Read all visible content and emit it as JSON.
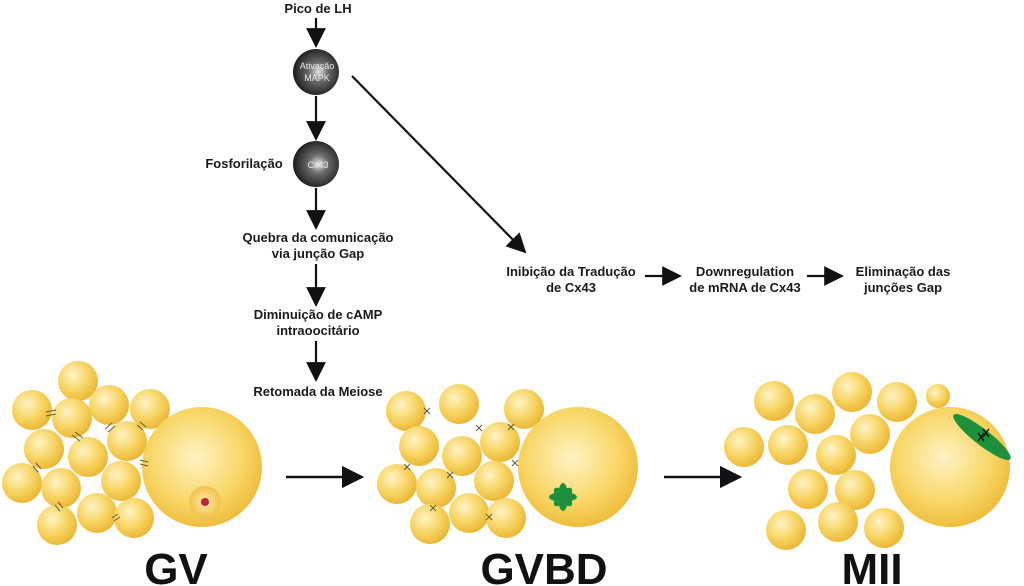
{
  "flow": {
    "lh_peak": "Pico de LH",
    "mapk_line1": "Ativação",
    "mapk_line2": "MAPK",
    "cx43_node": "Cx43",
    "phosphorylation": "Fosforilação",
    "gap_break_line1": "Quebra da comunicação",
    "gap_break_line2": "via junção Gap",
    "camp_line1": "Diminuição de cAMP",
    "camp_line2": "intraoocitário",
    "meiosis_resume": "Retomada da Meiose",
    "translation_line1": "Inibição da Tradução",
    "translation_line2": "de Cx43",
    "downreg_line1": "Downregulation",
    "downreg_line2": "de mRNA de Cx43",
    "elimination_line1": "Eliminação das",
    "elimination_line2": "junções Gap"
  },
  "stages": {
    "gv": "GV",
    "gvbd": "GVBD",
    "mii": "MII"
  },
  "colors": {
    "cell_fill": "#f5c94a",
    "cell_highlight": "#fff2c0",
    "node_dark": "#1e1e1e",
    "chromatin_green": "#1e8f3a",
    "nucleolus": "#c0203a",
    "arrow": "#111111"
  }
}
